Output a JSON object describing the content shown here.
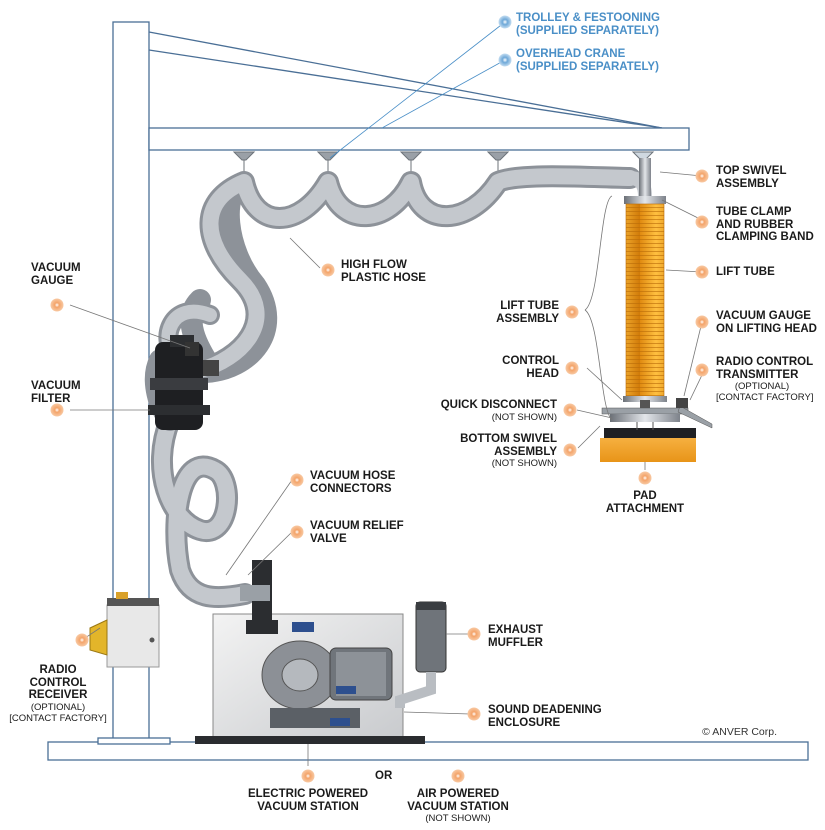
{
  "callouts": {
    "trolley": {
      "line1": "TROLLEY & FESTOONING",
      "line2": "(SUPPLIED SEPARATELY)"
    },
    "crane": {
      "line1": "OVERHEAD CRANE",
      "line2": "(SUPPLIED SEPARATELY)"
    },
    "top_swivel": {
      "line1": "TOP SWIVEL",
      "line2": "ASSEMBLY"
    },
    "tube_clamp": {
      "line1": "TUBE CLAMP",
      "line2": "AND RUBBER",
      "line3": "CLAMPING BAND"
    },
    "lift_tube": {
      "line1": "LIFT TUBE"
    },
    "lift_tube_assembly": {
      "line1": "LIFT TUBE",
      "line2": "ASSEMBLY"
    },
    "vacuum_gauge_head": {
      "line1": "VACUUM GAUGE",
      "line2": "ON LIFTING HEAD"
    },
    "control_head": {
      "line1": "CONTROL",
      "line2": "HEAD"
    },
    "radio_tx": {
      "line1": "RADIO CONTROL",
      "line2": "TRANSMITTER",
      "sub1": "(OPTIONAL)",
      "sub2": "[CONTACT FACTORY]"
    },
    "quick_disconnect": {
      "line1": "QUICK DISCONNECT",
      "sub1": "(NOT SHOWN)"
    },
    "bottom_swivel": {
      "line1": "BOTTOM SWIVEL",
      "line2": "ASSEMBLY",
      "sub1": "(NOT SHOWN)"
    },
    "pad": {
      "line1": "PAD",
      "line2": "ATTACHMENT"
    },
    "high_flow_hose": {
      "line1": "HIGH FLOW",
      "line2": "PLASTIC HOSE"
    },
    "vacuum_gauge": {
      "line1": "VACUUM",
      "line2": "GAUGE"
    },
    "vacuum_filter": {
      "line1": "VACUUM",
      "line2": "FILTER"
    },
    "hose_connectors": {
      "line1": "VACUUM HOSE",
      "line2": "CONNECTORS"
    },
    "relief_valve": {
      "line1": "VACUUM RELIEF",
      "line2": "VALVE"
    },
    "exhaust_muffler": {
      "line1": "EXHAUST",
      "line2": "MUFFLER"
    },
    "sound_enclosure": {
      "line1": "SOUND DEADENING",
      "line2": "ENCLOSURE"
    },
    "radio_rx": {
      "line1": "RADIO",
      "line2": "CONTROL",
      "line3": "RECEIVER",
      "sub1": "(OPTIONAL)",
      "sub2": "[CONTACT FACTORY]"
    },
    "electric_station": {
      "line1": "ELECTRIC POWERED",
      "line2": "VACUUM STATION"
    },
    "or_text": "OR",
    "air_station": {
      "line1": "AIR POWERED",
      "line2": "VACUUM STATION",
      "sub1": "(NOT SHOWN)"
    }
  },
  "copyright": "© ANVER Corp.",
  "colors": {
    "callout_marker": "#f4a46a",
    "structure_outline": "#4a6f96",
    "blue_label": "#4a8fc7",
    "hose": "#b8bcc2",
    "lift_tube": "#f2a61a"
  }
}
